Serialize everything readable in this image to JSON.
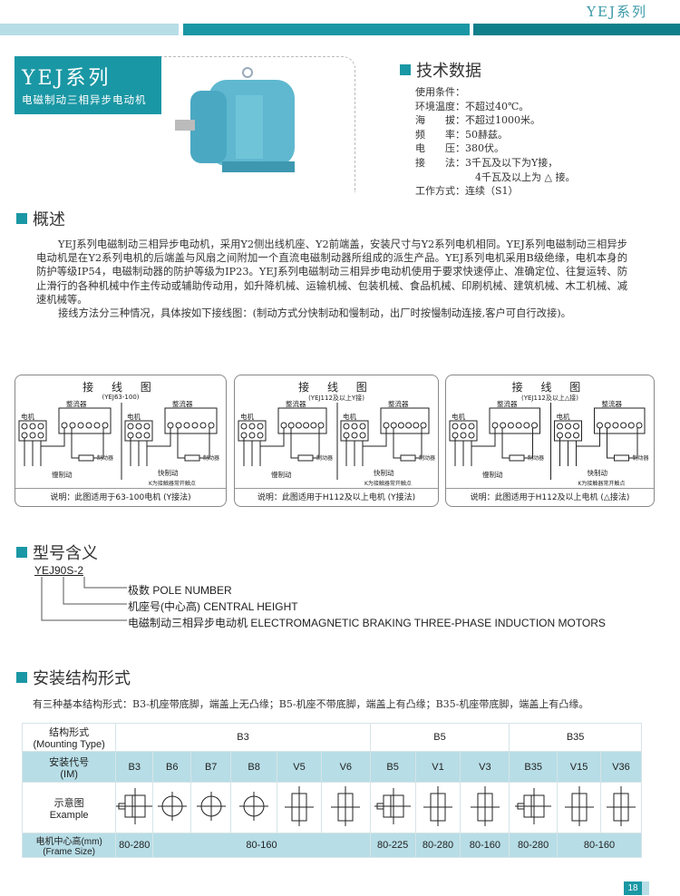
{
  "header": {
    "series": "YEJ系列"
  },
  "colors": {
    "accent": "#1a97a4",
    "light": "#b7dde6",
    "dark": "#0f7f8a"
  },
  "product": {
    "title": "YEJ系列",
    "subtitle": "电磁制动三相异步电动机"
  },
  "tech": {
    "title": "技术数据",
    "lines": [
      "使用条件：",
      "环境温度：不超过40℃。",
      "海　　拔：不超过1000米。",
      "频　　率：50赫兹。",
      "电　　压：380伏。",
      "接　　法：3千瓦及以下为Y接，",
      "　　　　　　4千瓦及以上为 △ 接。",
      "工作方式：连续（S1）"
    ]
  },
  "overview": {
    "title": "概述",
    "p1": "YEJ系列电磁制动三相异步电动机，采用Y2侧出线机座、Y2前端盖，安装尺寸与Y2系列电机相同。YEJ系列电磁制动三相异步电动机是在Y2系列电机的后端盖与风扇之间附加一个直流电磁制动器所组成的派生产品。YEJ系列电机采用B级绝缘，电机本身的防护等级IP54，电磁制动器的防护等级为IP23。YEJ系列电磁制动三相异步电动机使用于要求快速停止、准确定位、往复运转、防止滑行的各种机械中作主传动或辅助传动用，如升降机械、运输机械、包装机械、食品机械、印刷机械、建筑机械、木工机械、减速机械等。",
    "p2": "接线方法分三种情况，具体按如下接线图：(制动方式分快制动和慢制动，出厂时按慢制动连接,客户可自行改接)。"
  },
  "diagrams": [
    {
      "title": "接 线 图",
      "sub": "(YEJ63-100)",
      "motor": "电机",
      "rect": "整流器",
      "brake": "制动器",
      "slow": "慢制动",
      "fast": "快制动",
      "note": "K为接触器常开触点",
      "caption": "说明：此图适用于63-100电机 (Y接法)"
    },
    {
      "title": "接 线 图",
      "sub": "(YEJ112及以上Y接)",
      "motor": "电机",
      "rect": "整流器",
      "brake": "制动器",
      "slow": "慢制动",
      "fast": "快制动",
      "note": "K为接触器常开触点",
      "caption": "说明：此图适用于H112及以上电机 (Y接法)"
    },
    {
      "title": "接 线 图",
      "sub": "(YEJ112及以上△接)",
      "motor": "电机",
      "rect": "整流器",
      "brake": "制动器",
      "slow": "慢制动",
      "fast": "快制动",
      "note": "K为接触器常开触点",
      "caption": "说明：此图适用于H112及以上电机 (△接法)"
    }
  ],
  "model": {
    "title": "型号含义",
    "code": "YEJ90S-2",
    "items": [
      "极数  POLE NUMBER",
      "机座号(中心高)  CENTRAL HEIGHT",
      "电磁制动三相异步电动机    ELECTROMAGNETIC BRAKING THREE-PHASE INDUCTION MOTORS"
    ]
  },
  "mounting": {
    "title": "安装结构形式",
    "intro": "有三种基本结构形式：B3-机座带底脚，端盖上无凸缘；B5-机座不带底脚，端盖上有凸缘；B35-机座带底脚，端盖上有凸缘。",
    "row1_label": [
      "结构形式",
      "(Mounting Type)"
    ],
    "groups": [
      "B3",
      "B5",
      "B35"
    ],
    "row2_label": [
      "安装代号",
      "(IM)"
    ],
    "codes": [
      "B3",
      "B6",
      "B7",
      "B8",
      "V5",
      "V6",
      "B5",
      "V1",
      "V3",
      "B35",
      "V15",
      "V36"
    ],
    "row3_label": [
      "示意图",
      "Example"
    ],
    "row4_label": [
      "电机中心高(mm)",
      "(Frame Size)"
    ],
    "sizes": [
      "80-280",
      "80-160",
      "80-225",
      "80-280",
      "80-160",
      "80-280",
      "80-160"
    ]
  },
  "page": {
    "number": "18"
  }
}
